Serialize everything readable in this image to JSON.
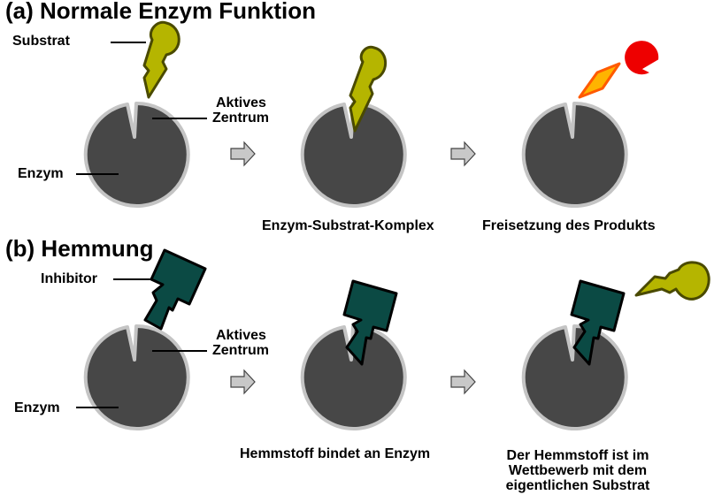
{
  "section_a": {
    "title": "(a) Normale Enzym Funktion",
    "label_substrate": "Substrat",
    "label_active_site_1": "Aktives",
    "label_active_site_2": "Zentrum",
    "label_enzyme": "Enzym",
    "caption_complex": "Enzym-Substrat-Komplex",
    "caption_release": "Freisetzung des Produkts"
  },
  "section_b": {
    "title": "(b) Hemmung",
    "label_inhibitor": "Inhibitor",
    "label_active_site_1": "Aktives",
    "label_active_site_2": "Zentrum",
    "label_enzyme": "Enzym",
    "caption_bound": "Hemmstoff bindet an Enzym",
    "caption_competition_1": "Der Hemmstoff ist im",
    "caption_competition_2": "Wettbewerb mit dem",
    "caption_competition_3": "eigentlichen Substrat"
  },
  "colors": {
    "enzyme_fill": "#474747",
    "enzyme_outline": "#c4c4c4",
    "substrate_fill": "#b5b500",
    "substrate_outline": "#4a4a00",
    "product_diamond_fill": "#ffb400",
    "product_diamond_outline": "#ff5a00",
    "product_pacman_fill": "#ee0000",
    "product_pacman_outline": "#ffffff",
    "inhibitor_fill": "#0b4a44",
    "inhibitor_outline": "#000000",
    "arrow_fill": "#c8c8c8",
    "arrow_outline": "#444444"
  }
}
